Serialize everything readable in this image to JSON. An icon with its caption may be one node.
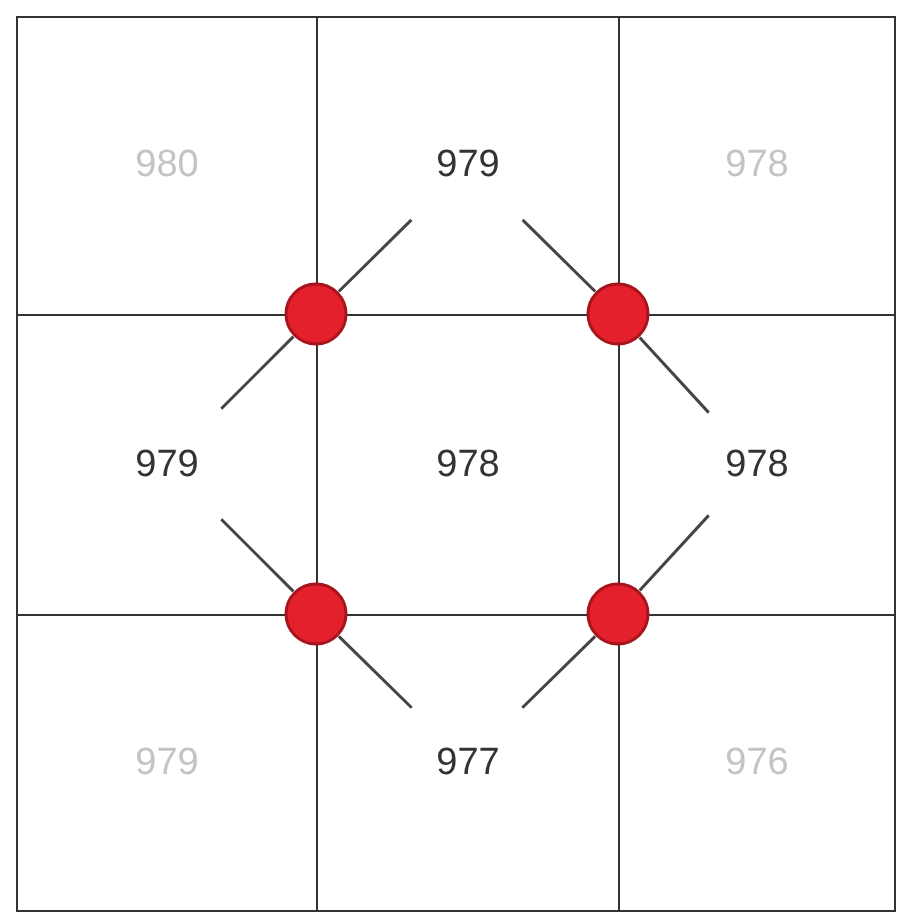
{
  "diagram": {
    "nodes": [
      {
        "text": [
          "980"
        ]
      },
      {
        "text": [
          "979"
        ]
      },
      {
        "text": [
          "978"
        ]
      },
      {
        "text": [
          "979"
        ]
      },
      {
        "text": [
          "978"
        ]
      },
      {
        "text": [
          "978"
        ]
      },
      {
        "text": [
          "979"
        ]
      },
      {
        "text": [
          "977"
        ]
      },
      {
        "text": [
          "976"
        ]
      },
      {
        "text": [],
        "shape": "circle"
      },
      {
        "text": [],
        "shape": "circle"
      },
      {
        "text": [],
        "shape": "circle"
      },
      {
        "text": [],
        "shape": "circle"
      }
    ],
    "edges": [
      {
        "from": 9,
        "to": 1,
        "arrow": "none"
      },
      {
        "from": 9,
        "to": 3,
        "arrow": "none"
      },
      {
        "from": 10,
        "to": 1,
        "arrow": "none"
      },
      {
        "from": 10,
        "to": 5,
        "arrow": "none"
      },
      {
        "from": 11,
        "to": 3,
        "arrow": "none"
      },
      {
        "from": 11,
        "to": 7,
        "arrow": "none"
      },
      {
        "from": 12,
        "to": 5,
        "arrow": "none"
      },
      {
        "from": 12,
        "to": 7,
        "arrow": "none"
      }
    ]
  }
}
